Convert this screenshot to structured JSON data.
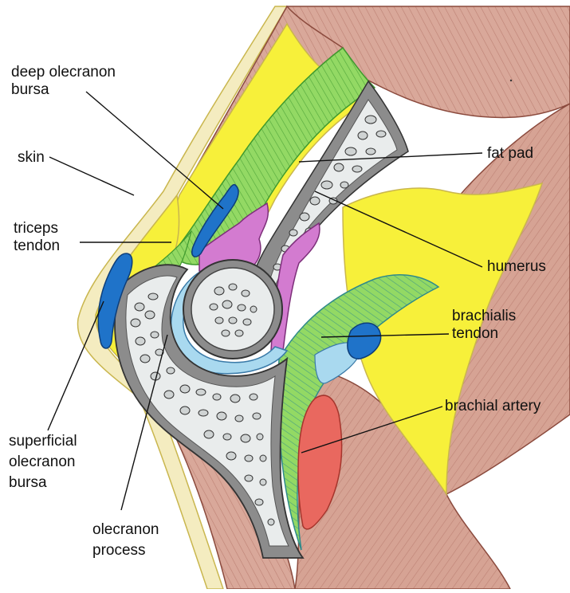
{
  "labels": {
    "deep_olecranon_bursa": [
      "deep olecranon",
      "bursa"
    ],
    "skin": "skin",
    "triceps_tendon": [
      "triceps",
      "tendon"
    ],
    "superficial_olecranon_bursa": [
      "superficial",
      "olecranon",
      "bursa"
    ],
    "olecranon_process": [
      "olecranon",
      "process"
    ],
    "fat_pad": "fat pad",
    "humerus": "humerus",
    "brachialis_tendon": [
      "brachialis",
      "tendon"
    ],
    "brachial_artery": "brachial artery"
  },
  "colors": {
    "skin_outline": "#e2d06a",
    "fat": "#f7f03a",
    "muscle": "#d9a89a",
    "muscle_stroke": "#a8665a",
    "tendon": "#86d25a",
    "tendon_stroke": "#3f9a2e",
    "bursa": "#1f73c9",
    "bone_outer": "#8c8c8c",
    "bone_inner": "#e9ecec",
    "cartilage": "#a9d9ef",
    "synovial": "#d37bd0",
    "artery": "#e9685f",
    "outline": "#222222"
  }
}
